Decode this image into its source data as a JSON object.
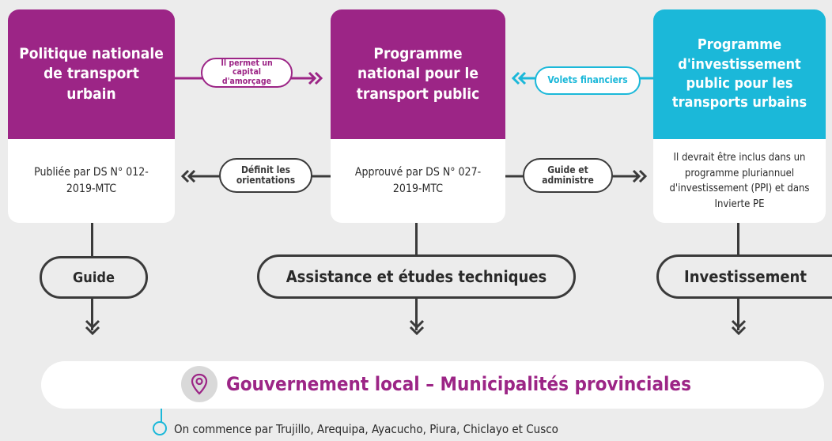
{
  "cards": {
    "left": {
      "title": "Politique nationale de transport urbain",
      "body": "Publiée par DS N° 012-2019-MTC"
    },
    "center": {
      "title": "Programme national pour le transport public",
      "body": "Approuvé par DS N° 027-2019-MTC"
    },
    "right": {
      "title": "Programme d'investissement public pour les transports urbains",
      "body": "Il devrait être inclus dans un programme pluriannuel d'investissement (PPI) et dans Invierte PE"
    }
  },
  "connectors": {
    "top_left": "Il permet un capital d'amorçage",
    "top_right": "Volets financiers",
    "mid_left": "Définit les orientations",
    "mid_right": "Guide et administre"
  },
  "outputs": {
    "left": "Guide",
    "center": "Assistance et études techniques",
    "right": "Investissement"
  },
  "bottom": {
    "title": "Gouvernement local – Municipalités provinciales",
    "note": "On commence par Trujillo, Arequipa, Ayacucho, Piura, Chiclayo et Cusco",
    "icon": "location-pin-icon"
  },
  "colors": {
    "purple": "#9c2586",
    "cyan": "#1bb8d9",
    "dark": "#3a3a3a",
    "background": "#ececec"
  }
}
